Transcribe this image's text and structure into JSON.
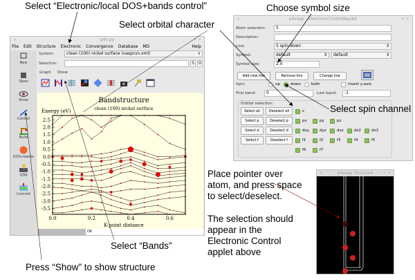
{
  "annotations": {
    "electronic": "Select “Electronic/local DOS+bands control”",
    "symbol_size": "Choose symbol size",
    "orbital": "Select orbital character",
    "spin": "Select spin channel",
    "pointer1": "Place pointer over",
    "pointer2": "atom, and press space",
    "pointer3": "to select/deselect.",
    "sel1": "The selection should",
    "sel2": "appear in the",
    "sel3": "Electronic Control",
    "sel4": "applet above",
    "bands": "Select “Bands”",
    "show": "Press “Show” to show structure"
  },
  "main": {
    "title": "p4v.py",
    "menu": [
      "File",
      "Edit",
      "Structure",
      "Electronic",
      "Convergence",
      "Database",
      "MD"
    ],
    "help": "Help",
    "system_label": "System:",
    "system_value": "clean (100) nickel surface (vasprun.xml)",
    "selection_label": "Selection:",
    "selection_value": "",
    "s_btn": "S",
    "o_btn": "O",
    "graph_menu": "Graph",
    "show_menu": "Show",
    "sidebar": [
      {
        "label": "New"
      },
      {
        "label": "Open"
      },
      {
        "label": "Show"
      },
      {
        "label": "Control"
      },
      {
        "label": "Build"
      },
      {
        "label": "DOS+bands"
      },
      {
        "label": "STM"
      },
      {
        "label": "Commit"
      }
    ],
    "status": "OK"
  },
  "control": {
    "title": "p4vasp - ElectronicControlApplet",
    "atom_selection_label": "Atom selection:",
    "atom_selection": "5",
    "description_label": "Description:",
    "description": "",
    "line_label": "Line:",
    "line": "5 spin down",
    "symbol_label": "Symbol:",
    "symbol1": "default",
    "symbol2": "default",
    "symbol_size_label": "Symbol size:",
    "symbol_size": "2.0",
    "add": "Add new line",
    "remove": "Remove line",
    "change": "Change line",
    "spin_label": "Spin:",
    "spin_up": "up",
    "spin_down": "down",
    "spin_both": "both",
    "spin_selected": "down",
    "invert": "invert y-axis",
    "first_band_label": "First band:",
    "first_band": "0",
    "last_band_label": "Last band:",
    "last_band": "-1",
    "orbital_label": "Orbital selection:",
    "rows": [
      {
        "sel": "Select all",
        "desel": "Deselect all",
        "orbs": [
          "s"
        ]
      },
      {
        "sel": "Select p",
        "desel": "Deselect p",
        "orbs": [
          "px",
          "py",
          "pz"
        ]
      },
      {
        "sel": "Select d",
        "desel": "Deselect d",
        "orbs": [
          "dxy",
          "dyz",
          "dxz",
          "dz2",
          "dx2"
        ]
      },
      {
        "sel": "Select f",
        "desel": "Deselect f",
        "orbs": [
          "f1",
          "f2",
          "f3",
          "f4",
          "f5"
        ]
      },
      {
        "sel": "",
        "desel": "",
        "orbs": [
          "f6",
          "f7"
        ]
      }
    ]
  },
  "structure": {
    "title": "p4vasp Structure"
  },
  "chart_data": {
    "type": "line",
    "title": "Bandstructure",
    "subtitle": "clean (100) nickel surface",
    "xlabel": "K-point distance",
    "ylabel": "Energy (eV)",
    "xlim": [
      0,
      0.68
    ],
    "ylim": [
      -3.9,
      2.8
    ],
    "xticks": [
      "0.0",
      "0.2",
      "0.4",
      "0.6"
    ],
    "yticks": [
      "2.5",
      "2.0",
      "1.5",
      "1.0",
      "0.5",
      "0.0",
      "-0.5",
      "-1.0",
      "-1.5",
      "-2.0",
      "-2.5",
      "-3.0",
      "-3.5"
    ],
    "x": [
      0,
      0.05,
      0.1,
      0.15,
      0.2,
      0.25,
      0.3,
      0.35,
      0.4,
      0.47,
      0.54,
      0.6,
      0.68
    ],
    "bands": [
      [
        2.2,
        2.8,
        2.8,
        2.8,
        2.8,
        2.8,
        2.8,
        2.8,
        2.8,
        2.8,
        2.8,
        2.8,
        2.8
      ],
      [
        1.5,
        2.0,
        2.6,
        2.8,
        2.5,
        2.0,
        2.4,
        2.8,
        2.8,
        2.8,
        2.8,
        2.6,
        2.2
      ],
      [
        0.8,
        1.2,
        1.6,
        1.9,
        1.2,
        1.7,
        2.6,
        2.8,
        2.8,
        2.2,
        1.5,
        0.9,
        0.5
      ],
      [
        0.1,
        0.1,
        0.1,
        0.1,
        0.1,
        0.2,
        0.3,
        0.5,
        0.6,
        0.3,
        0.0,
        0.0,
        0.1
      ],
      [
        0.0,
        0.0,
        0.0,
        0.0,
        0.0,
        -0.1,
        0.0,
        0.2,
        0.4,
        0.1,
        -0.2,
        -0.1,
        0.0
      ],
      [
        -0.3,
        -0.3,
        -0.4,
        -0.4,
        -0.3,
        -0.3,
        -0.2,
        -0.1,
        0.0,
        -0.3,
        -0.6,
        -0.5,
        -0.4
      ],
      [
        -0.6,
        -0.6,
        -0.6,
        -0.7,
        -0.7,
        -0.6,
        -0.5,
        -0.3,
        -0.2,
        -0.5,
        -0.8,
        -0.8,
        -0.7
      ],
      [
        -0.9,
        -0.9,
        -1.0,
        -1.1,
        -1.0,
        -0.9,
        -0.8,
        -0.6,
        -0.4,
        -0.8,
        -1.1,
        -1.0,
        -0.9
      ],
      [
        -1.2,
        -1.2,
        -1.2,
        -1.3,
        -1.3,
        -1.2,
        -1.0,
        -0.8,
        -0.6,
        -1.0,
        -1.3,
        -1.2,
        -1.1
      ],
      [
        -1.5,
        -1.5,
        -1.5,
        -1.5,
        -1.6,
        -1.6,
        -1.4,
        -1.1,
        -1.0,
        -1.3,
        -1.5,
        -1.4,
        -1.3
      ],
      [
        -1.8,
        -1.8,
        -1.9,
        -2.0,
        -2.0,
        -2.1,
        -2.0,
        -1.8,
        -1.6,
        -1.7,
        -1.8,
        -1.7,
        -1.6
      ],
      [
        -2.1,
        -2.1,
        -2.2,
        -2.3,
        -2.4,
        -2.4,
        -2.4,
        -2.3,
        -2.2,
        -2.2,
        -2.1,
        -2.0,
        -1.9
      ],
      [
        -2.5,
        -2.5,
        -2.4,
        -2.3,
        -2.2,
        -2.3,
        -2.6,
        -2.8,
        -3.0,
        -2.8,
        -2.6,
        -2.4,
        -2.3
      ],
      [
        -3.0,
        -2.9,
        -2.8,
        -2.6,
        -2.4,
        -2.6,
        -2.9,
        -3.1,
        -3.3,
        -3.1,
        -2.9,
        -2.8,
        -2.7
      ],
      [
        -3.5,
        -3.4,
        -3.3,
        -3.1,
        -3.0,
        -3.1,
        -3.3,
        -3.5,
        -3.6,
        -3.4,
        -3.3,
        -3.6,
        -3.8
      ],
      [
        -3.8,
        -3.8,
        -3.7,
        -3.6,
        -3.5,
        -3.6,
        -3.7,
        -3.8,
        -3.9,
        -3.8,
        -3.7,
        -3.9,
        -3.9
      ]
    ],
    "markers": [
      [
        0,
        0,
        3
      ],
      [
        0.05,
        -0.1,
        4
      ],
      [
        0.1,
        -1.2,
        4
      ],
      [
        0.1,
        -1.6,
        4
      ],
      [
        0.15,
        -1.5,
        4
      ],
      [
        0.15,
        -1.2,
        3
      ],
      [
        0.2,
        -1.6,
        3
      ],
      [
        0.2,
        -3.5,
        3
      ],
      [
        0.25,
        -0.3,
        3
      ],
      [
        0.3,
        -1.0,
        5
      ],
      [
        0.3,
        -2.4,
        3
      ],
      [
        0.35,
        -0.3,
        4
      ],
      [
        0.4,
        0.5,
        7
      ],
      [
        0.4,
        -0.2,
        3
      ],
      [
        0.4,
        -3.2,
        3
      ],
      [
        0.47,
        -0.5,
        5
      ],
      [
        0.54,
        -1.2,
        6
      ],
      [
        0.6,
        -0.7,
        3
      ],
      [
        0.68,
        0.0,
        3
      ]
    ]
  }
}
